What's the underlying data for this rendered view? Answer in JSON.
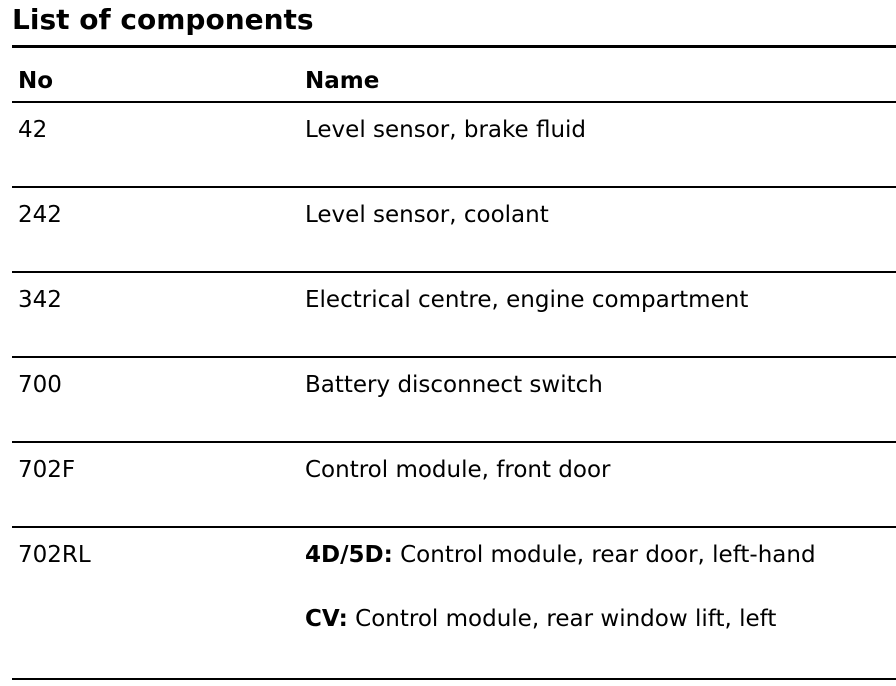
{
  "title": "List of components",
  "columns": {
    "no": "No",
    "name": "Name"
  },
  "rows": [
    {
      "no": "42",
      "name": "Level sensor, brake fluid"
    },
    {
      "no": "242",
      "name": "Level sensor, coolant"
    },
    {
      "no": "342",
      "name": "Electrical centre, engine compartment"
    },
    {
      "no": "700",
      "name": "Battery disconnect switch"
    },
    {
      "no": "702F",
      "name": "Control module, front door"
    },
    {
      "no": "702RL",
      "lines": [
        {
          "variant": "4D/5D:",
          "text": " Control module, rear door, left-hand"
        },
        {
          "variant": "CV:",
          "text": " Control module, rear window lift, left"
        }
      ]
    }
  ]
}
